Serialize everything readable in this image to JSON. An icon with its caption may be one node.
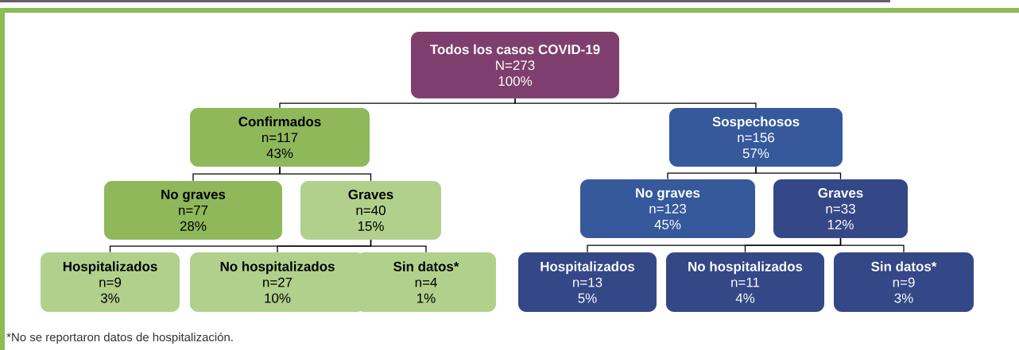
{
  "diagram": {
    "nodes": [
      {
        "text": [
          "Todos los casos COVID-19",
          "N=273",
          "100%"
        ]
      },
      {
        "text": [
          "Confirmados",
          "n=117",
          "43%"
        ]
      },
      {
        "text": [
          "Sospechosos",
          "n=156",
          "57%"
        ]
      },
      {
        "text": [
          "No graves",
          "n=77",
          "28%"
        ]
      },
      {
        "text": [
          "Graves",
          "n=40",
          "15%"
        ]
      },
      {
        "text": [
          "Hospitalizados",
          "n=9",
          "3%"
        ]
      },
      {
        "text": [
          "No hospitalizados",
          "n=27",
          "10%"
        ]
      },
      {
        "text": [
          "Sin datos*",
          "n=4",
          "1%"
        ]
      },
      {
        "text": [
          "No graves",
          "n=123",
          "45%"
        ]
      },
      {
        "text": [
          "Graves",
          "n=33",
          "12%"
        ]
      },
      {
        "text": [
          "Hospitalizados",
          "n=13",
          "5%"
        ]
      },
      {
        "text": [
          "No hospitalizados",
          "n=11",
          "4%"
        ]
      },
      {
        "text": [
          "Sin datos*",
          "n=9",
          "3%"
        ]
      }
    ],
    "edges": [
      {
        "from": 0,
        "to": 1,
        "arrow": "none"
      },
      {
        "from": 0,
        "to": 2,
        "arrow": "none"
      },
      {
        "from": 1,
        "to": 3,
        "arrow": "none"
      },
      {
        "from": 1,
        "to": 4,
        "arrow": "none"
      },
      {
        "from": 4,
        "to": 5,
        "arrow": "none"
      },
      {
        "from": 4,
        "to": 6,
        "arrow": "none"
      },
      {
        "from": 4,
        "to": 7,
        "arrow": "none"
      },
      {
        "from": 2,
        "to": 8,
        "arrow": "none"
      },
      {
        "from": 2,
        "to": 9,
        "arrow": "none"
      },
      {
        "from": 9,
        "to": 10,
        "arrow": "none"
      },
      {
        "from": 9,
        "to": 11,
        "arrow": "none"
      },
      {
        "from": 9,
        "to": 12,
        "arrow": "none"
      }
    ],
    "labels": [
      "*No se reportaron datos de hospitalización."
    ]
  }
}
